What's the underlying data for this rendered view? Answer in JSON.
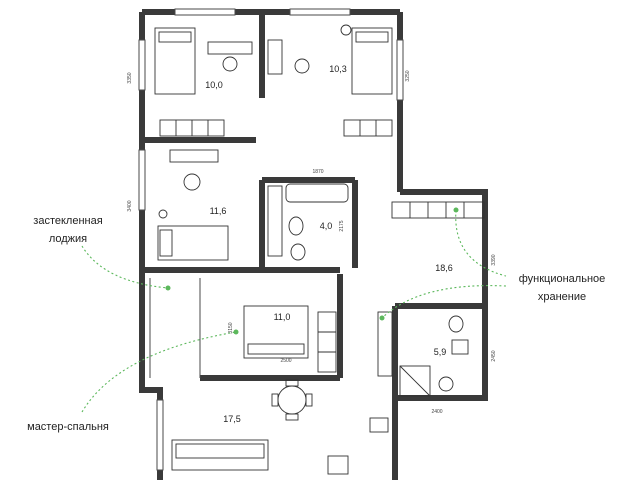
{
  "rooms": [
    {
      "id": "bedroom-1",
      "area": "10,0"
    },
    {
      "id": "bedroom-2",
      "area": "10,3"
    },
    {
      "id": "bedroom-3",
      "area": "11,6"
    },
    {
      "id": "bathroom-1",
      "area": "4,0"
    },
    {
      "id": "hall",
      "area": "18,6"
    },
    {
      "id": "master-bedroom",
      "area": "11,0"
    },
    {
      "id": "bathroom-2",
      "area": "5,9"
    },
    {
      "id": "kitchen-living",
      "area": "17,5"
    }
  ],
  "dimensions": [
    "3350",
    "3250",
    "3400",
    "1870",
    "2175",
    "3150",
    "3390",
    "2450",
    "2400",
    "2500"
  ],
  "callouts": {
    "loggia_line1": "застекленная",
    "loggia_line2": "лоджия",
    "storage_line1": "функциональное",
    "storage_line2": "хранение",
    "master": "мастер-спальня"
  },
  "colors": {
    "wall": "#3a3a3a",
    "accent": "#5cb85c"
  }
}
